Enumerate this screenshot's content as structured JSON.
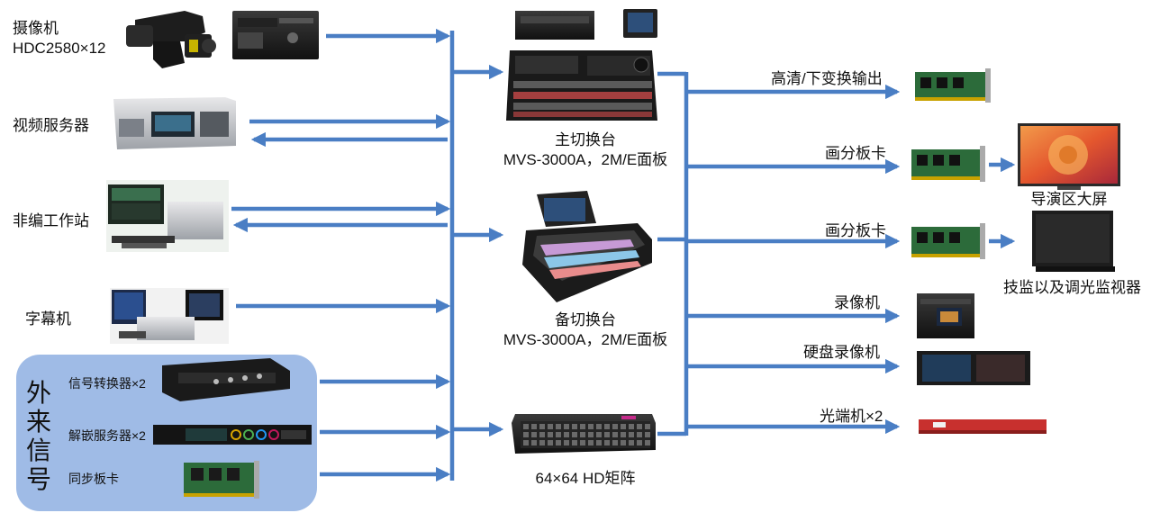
{
  "sources": {
    "camera": {
      "name": "摄像机",
      "model": "HDC2580×12"
    },
    "video_server": {
      "name": "视频服务器"
    },
    "nle": {
      "name": "非编工作站"
    },
    "character_gen": {
      "name": "字幕机"
    },
    "external": {
      "title_chars": [
        "外",
        "来",
        "信",
        "号"
      ],
      "items": [
        "信号转换器×2",
        "解嵌服务器×2",
        "同步板卡"
      ]
    }
  },
  "core": {
    "main_switcher": {
      "name": "主切换台",
      "model": "MVS-3000A，2M/E面板"
    },
    "backup_switcher": {
      "name": "备切换台",
      "model": "MVS-3000A，2M/E面板"
    },
    "matrix": {
      "name": "64×64 HD矩阵"
    }
  },
  "outputs": [
    {
      "label": "高清/下变换输出"
    },
    {
      "label": "画分板卡"
    },
    {
      "label": "画分板卡"
    },
    {
      "label": "录像机"
    },
    {
      "label": "硬盘录像机"
    },
    {
      "label": "光端机×2"
    }
  ],
  "displays": {
    "director_screen": "导演区大屏",
    "tech_monitor": "技监以及调光监视器"
  },
  "colors": {
    "arrow": "#4a7ec4",
    "external_bg": "#9fbbe6"
  }
}
